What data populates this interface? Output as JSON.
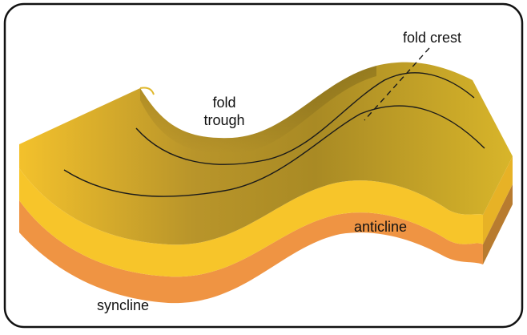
{
  "diagram": {
    "labels": {
      "fold_crest": "fold crest",
      "fold_trough_line1": "fold",
      "fold_trough_line2": "trough",
      "anticline": "anticline",
      "syncline": "syncline"
    },
    "colors": {
      "top_surface": "#c8a228",
      "top_surface_shade": "#9f8420",
      "top_layer": "#f7c52a",
      "bottom_layer": "#ef9443",
      "side_layer_dark": "#b87b2f",
      "border": "#111111"
    }
  }
}
